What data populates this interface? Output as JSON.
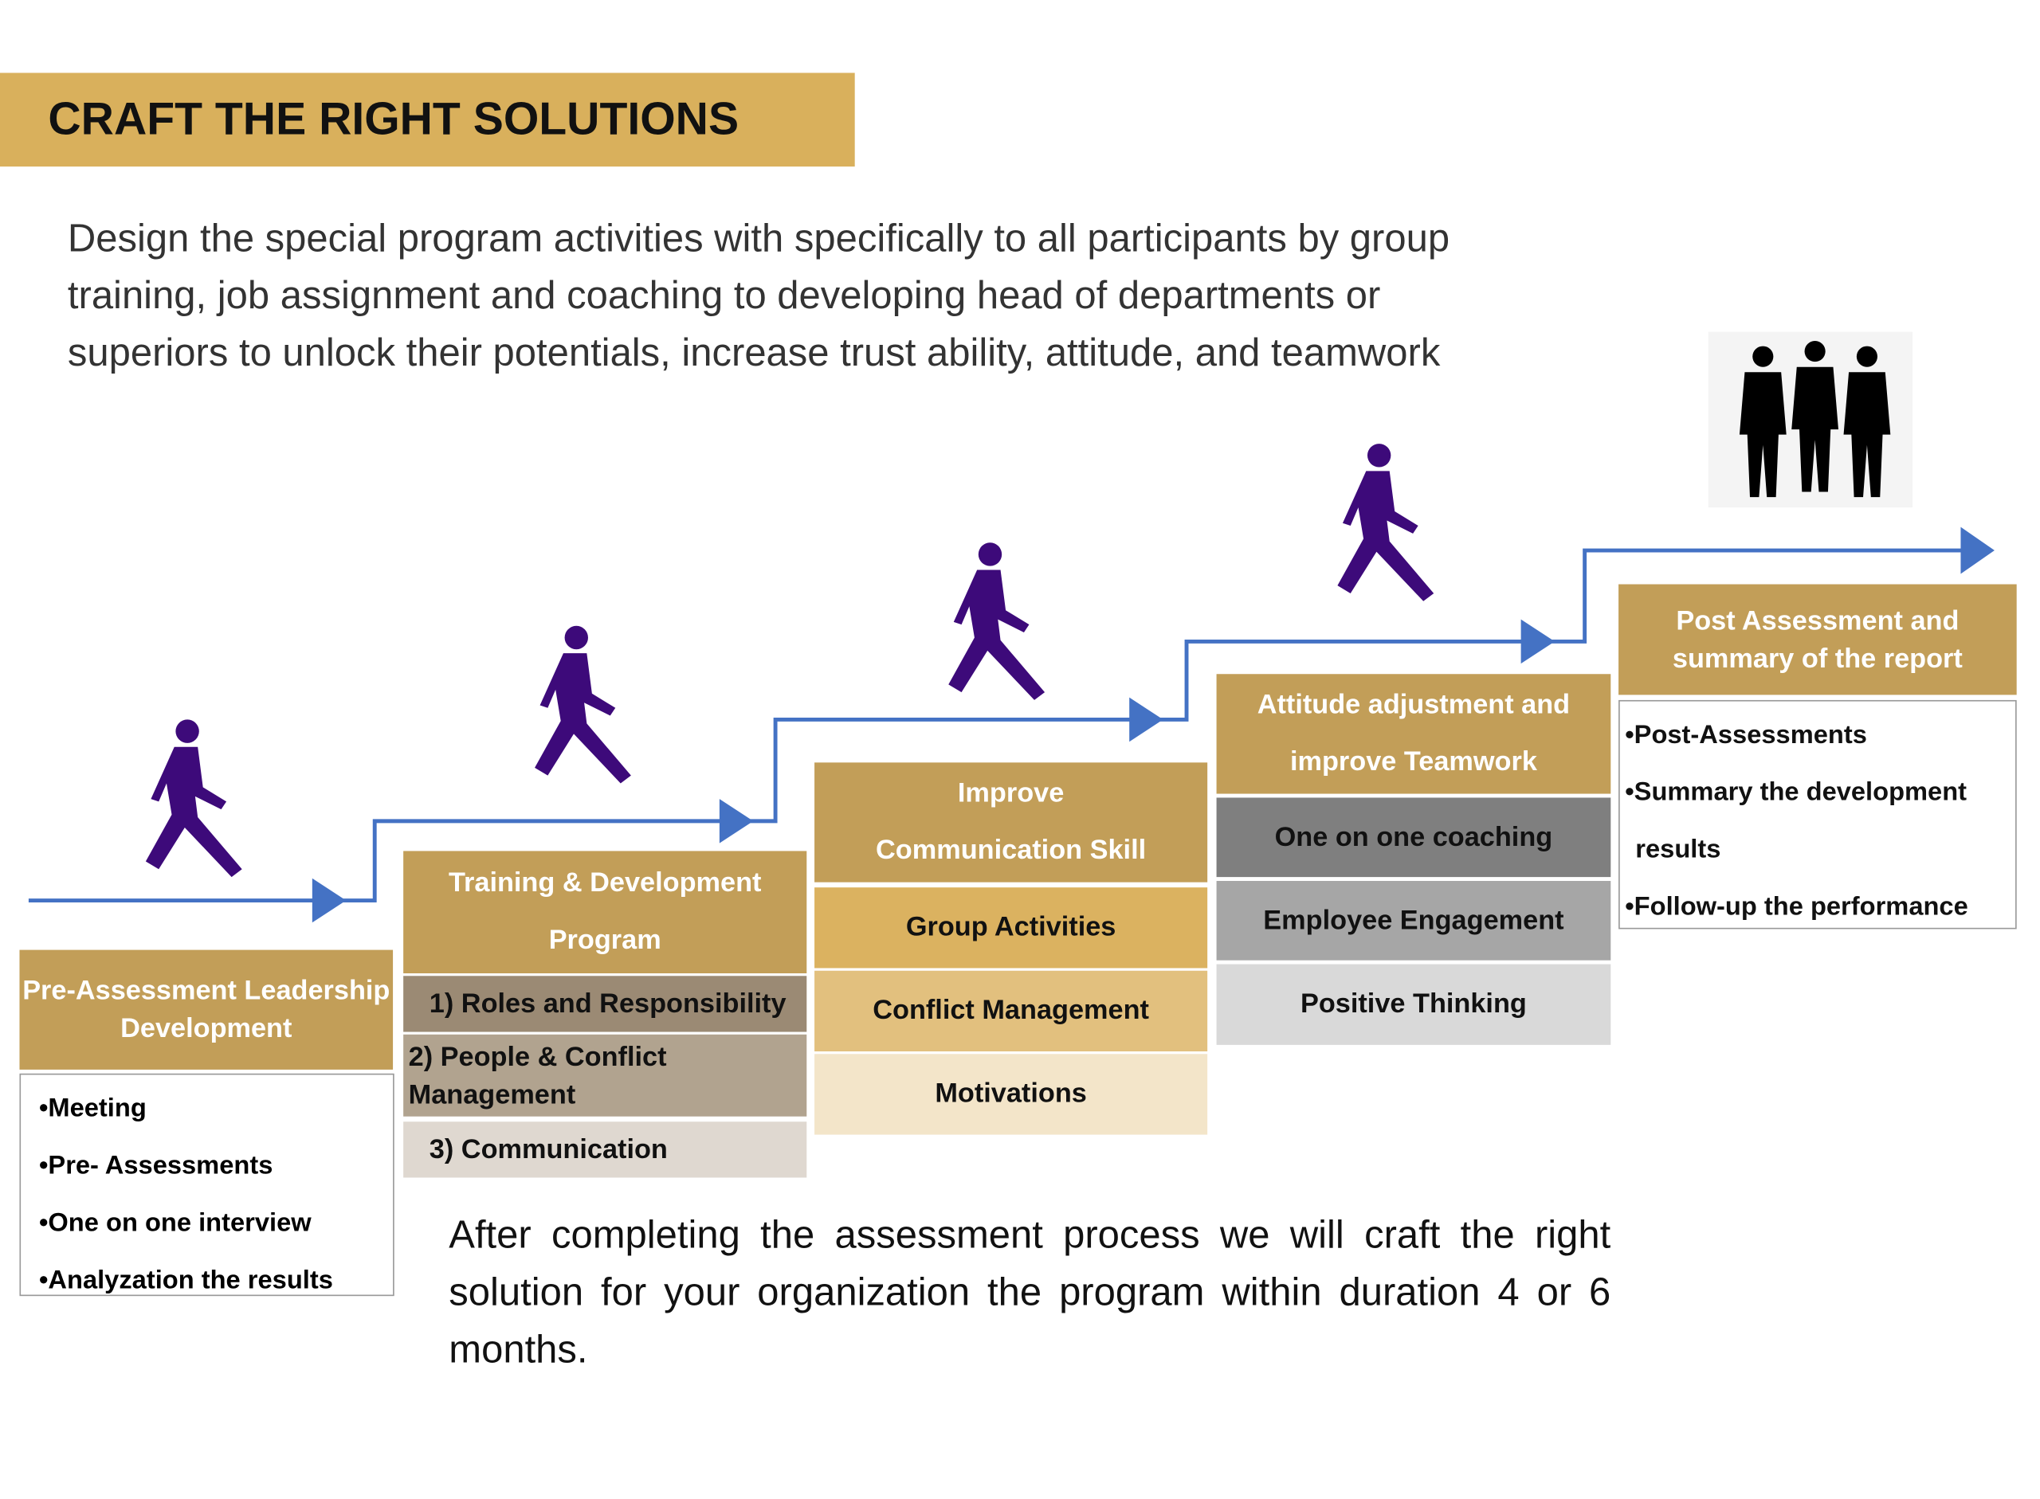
{
  "title": "CRAFT THE RIGHT SOLUTIONS",
  "intro": "Design the special program activities with specifically to all participants by group training, job assignment and coaching to developing head of departments or superiors to unlock their potentials, increase trust ability, attitude, and teamwork",
  "steps": [
    {
      "header": "Pre-Assessment Leadership Development",
      "items": [
        "•Meeting",
        "•Pre- Assessments",
        "•One on one interview",
        "•Analyzation the results"
      ]
    },
    {
      "header": "Training & Development Program",
      "rows": [
        "1) Roles and Responsibility",
        "2) People & Conflict Management",
        "3) Communication"
      ]
    },
    {
      "header": "Improve Communication Skill",
      "rows": [
        "Group Activities",
        "Conflict Management",
        "Motivations"
      ]
    },
    {
      "header": "Attitude adjustment and improve Teamwork",
      "rows": [
        "One on one coaching",
        "Employee Engagement",
        "Positive Thinking"
      ]
    },
    {
      "header": "Post Assessment and summary of the report",
      "items": [
        "•Post-Assessments",
        "•Summary the development",
        "results",
        "•Follow-up the performance"
      ]
    }
  ],
  "outro": "After completing the assessment process we will craft the right solution for your organization the program within duration 4  or 6 months.",
  "colors": {
    "gold": "#c29e58",
    "title": "#d9b05c",
    "arrow": "#4472c4",
    "walker": "#3d0a7a"
  }
}
